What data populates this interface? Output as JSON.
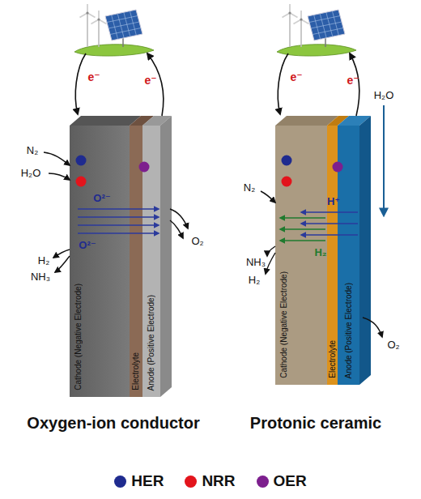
{
  "diagram": {
    "nodes": [
      {
        "text": [
          "Cathode (Negative Electrode)"
        ]
      },
      {
        "text": [
          "Electrolyte"
        ]
      },
      {
        "text": [
          "Anode (Positive Electrode)"
        ]
      },
      {
        "text": [
          "Cathode (Negative Electrode)"
        ]
      },
      {
        "text": [
          "Electrolyte"
        ]
      },
      {
        "text": [
          "Anode (Positive Electrode)"
        ]
      }
    ],
    "labels": [
      "e⁻",
      "e⁻",
      "N₂",
      "H₂O",
      "O²⁻",
      "O²⁻",
      "H₂",
      "NH₃",
      "O₂",
      "e⁻",
      "e⁻",
      "H₂O",
      "N₂",
      "H⁺",
      "H₂",
      "NH₃",
      "H₂",
      "O₂",
      "Oxygen-ion conductor",
      "Protonic ceramic"
    ],
    "legend": [
      {
        "text": "HER",
        "color": "#1f2b8f"
      },
      {
        "text": "NRR",
        "color": "#e3141c"
      },
      {
        "text": "OER",
        "color": "#7d1f8e"
      }
    ]
  }
}
